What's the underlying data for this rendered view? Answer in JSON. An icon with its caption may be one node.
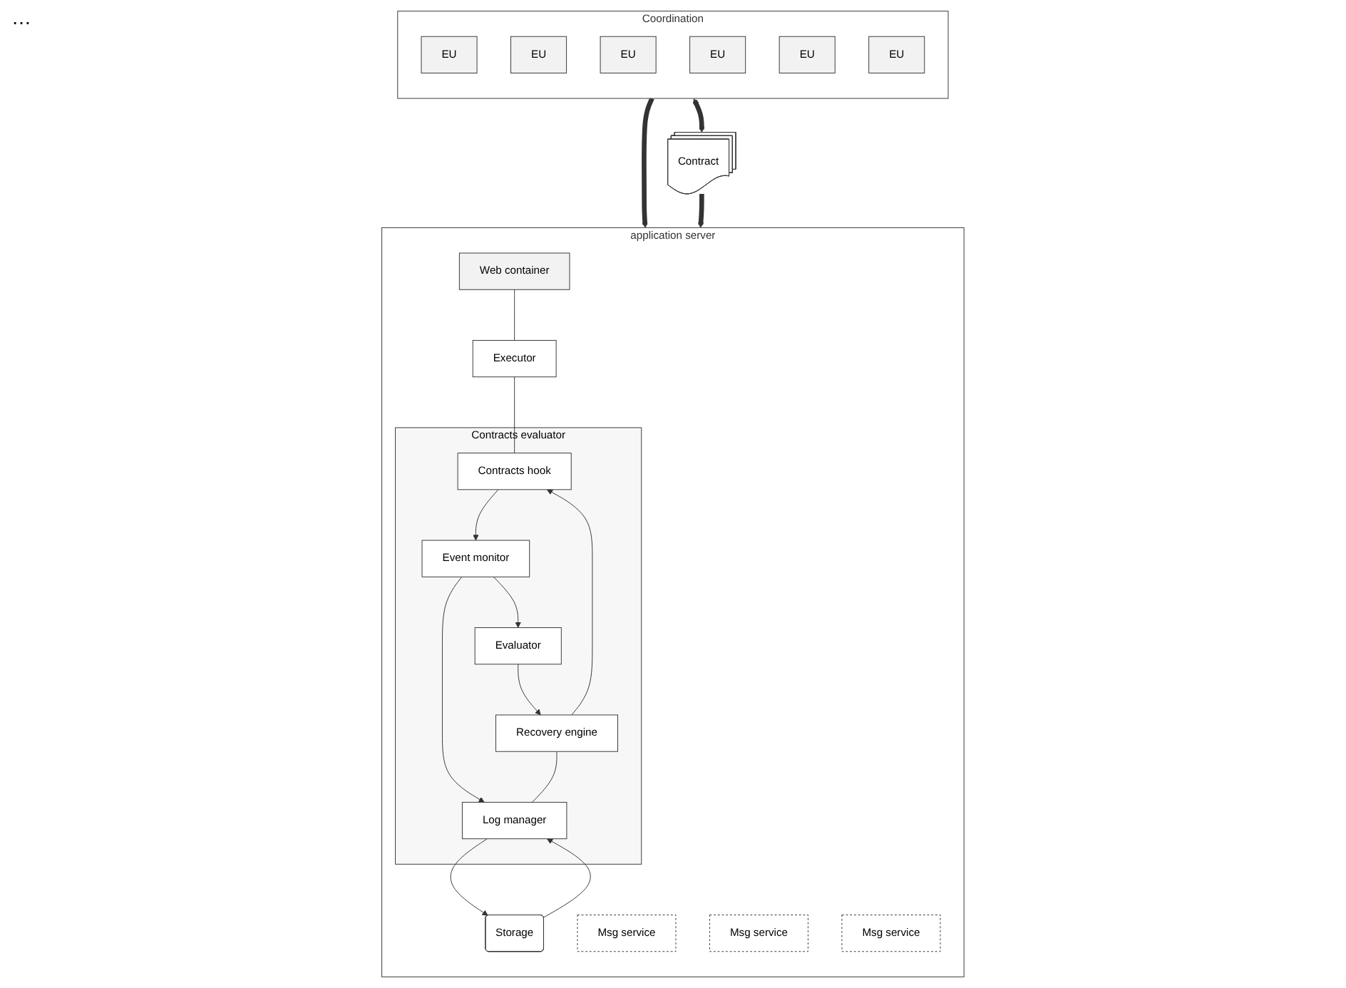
{
  "diagram": {
    "nodes": [
      {
        "text": [
          "Coordination"
        ]
      },
      {
        "text": [
          "EU"
        ],
        "in": 0
      },
      {
        "text": [
          "EU"
        ],
        "in": 0
      },
      {
        "text": [
          "EU"
        ],
        "in": 0
      },
      {
        "text": [
          "EU"
        ],
        "in": 0
      },
      {
        "text": [
          "EU"
        ],
        "in": 0
      },
      {
        "text": [
          "EU"
        ],
        "in": 0
      },
      {
        "text": [
          "Contract"
        ]
      },
      {
        "text": [
          "application server"
        ]
      },
      {
        "text": [
          "Web container"
        ],
        "in": 8
      },
      {
        "text": [
          "Msg service"
        ],
        "in": 8
      },
      {
        "text": [
          "Msg service"
        ],
        "in": 8
      },
      {
        "text": [
          "Msg service"
        ],
        "in": 8
      },
      {
        "text": [
          "Executor"
        ],
        "in": 8
      },
      {
        "text": [
          "Contracts evaluator"
        ],
        "in": 8
      },
      {
        "text": [
          "Contracts hook"
        ],
        "in": 14
      },
      {
        "text": [
          "Event monitor"
        ],
        "in": 14
      },
      {
        "text": [
          "Evaluator"
        ],
        "in": 14
      },
      {
        "text": [
          "Recovery engine"
        ],
        "in": 14
      },
      {
        "text": [
          "Log manager"
        ],
        "in": 14
      },
      {
        "text": [
          "Storage"
        ],
        "in": 8
      }
    ],
    "edges": [
      {
        "from": 0,
        "to": 7,
        "arrow": "both",
        "style": "thick"
      },
      {
        "from": 0,
        "to": 8,
        "arrow": "to",
        "style": "thick"
      },
      {
        "from": 7,
        "to": 8,
        "arrow": "to",
        "style": "thick"
      },
      {
        "from": 9,
        "to": 13,
        "arrow": "none"
      },
      {
        "from": 13,
        "to": 15,
        "arrow": "none"
      },
      {
        "from": 15,
        "to": 16,
        "arrow": "to"
      },
      {
        "from": 16,
        "to": 17,
        "arrow": "to"
      },
      {
        "from": 16,
        "to": 19,
        "arrow": "to"
      },
      {
        "from": 17,
        "to": 18,
        "arrow": "to"
      },
      {
        "from": 18,
        "to": 15,
        "arrow": "to"
      },
      {
        "from": 18,
        "to": 19,
        "arrow": "none"
      },
      {
        "from": 20,
        "to": 19,
        "arrow": "to"
      },
      {
        "from": 19,
        "to": 20,
        "arrow": "to"
      }
    ],
    "labels": [
      "…"
    ]
  }
}
